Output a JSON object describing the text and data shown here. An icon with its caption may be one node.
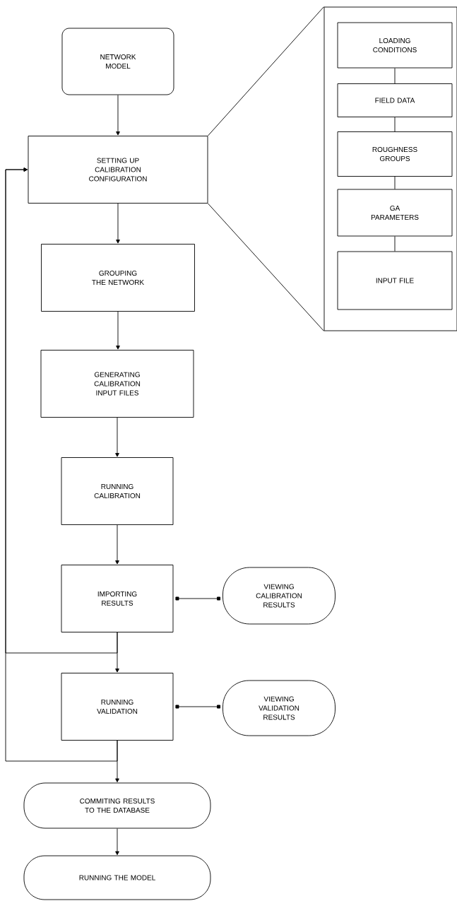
{
  "diagram": {
    "nodes": [
      {
        "text": [
          "NETWORK MODEL"
        ]
      },
      {
        "text": [
          "SETTING UP CALIBRATION CONFIGURATION"
        ]
      },
      {
        "text": [
          "GROUPING THE NETWORK"
        ]
      },
      {
        "text": [
          "GENERATING CALIBRATION INPUT FILES"
        ]
      },
      {
        "text": [
          "RUNNING CALIBRATION"
        ]
      },
      {
        "text": [
          "IMPORTING RESULTS"
        ]
      },
      {
        "text": [
          "VIEWING CALIBRATION RESULTS"
        ]
      },
      {
        "text": [
          "RUNNING VALIDATION"
        ]
      },
      {
        "text": [
          "VIEWING VALIDATION RESULTS"
        ]
      },
      {
        "text": [
          "COMMITING RESULTS TO THE DATABASE"
        ]
      },
      {
        "text": [
          "RUNNING THE MODEL"
        ]
      },
      {
        "text": [],
        "shape": "box"
      },
      {
        "text": [
          "LOADING CONDITIONS"
        ],
        "in": 11
      },
      {
        "text": [
          "FIELD DATA"
        ],
        "in": 11
      },
      {
        "text": [
          "ROUGHNESS GROUPS"
        ],
        "in": 11
      },
      {
        "text": [
          "GA PARAMETERS"
        ],
        "in": 11
      },
      {
        "text": [
          "INPUT FILE"
        ],
        "in": 11
      }
    ],
    "edges": [
      {
        "from": 0,
        "to": 1,
        "arrow": "to"
      },
      {
        "from": 1,
        "to": 2,
        "arrow": "to"
      },
      {
        "from": 2,
        "to": 3,
        "arrow": "to"
      },
      {
        "from": 3,
        "to": 4,
        "arrow": "to"
      },
      {
        "from": 4,
        "to": 5,
        "arrow": "to"
      },
      {
        "from": 5,
        "to": 6,
        "arrow": "other"
      },
      {
        "from": 5,
        "to": 7,
        "arrow": "to"
      },
      {
        "from": 7,
        "to": 8,
        "arrow": "other"
      },
      {
        "from": 7,
        "to": 9,
        "arrow": "to"
      },
      {
        "from": 9,
        "to": 10,
        "arrow": "to"
      },
      {
        "from": 5,
        "to": 1,
        "arrow": "to"
      },
      {
        "from": 7,
        "to": 1,
        "arrow": "to"
      },
      {
        "from": 1,
        "to": 11,
        "arrow": "none"
      },
      {
        "from": 1,
        "to": 11,
        "arrow": "none"
      },
      {
        "from": 12,
        "to": 13,
        "arrow": "none"
      },
      {
        "from": 13,
        "to": 14,
        "arrow": "none"
      },
      {
        "from": 14,
        "to": 15,
        "arrow": "none"
      },
      {
        "from": 15,
        "to": 16,
        "arrow": "none"
      }
    ]
  }
}
